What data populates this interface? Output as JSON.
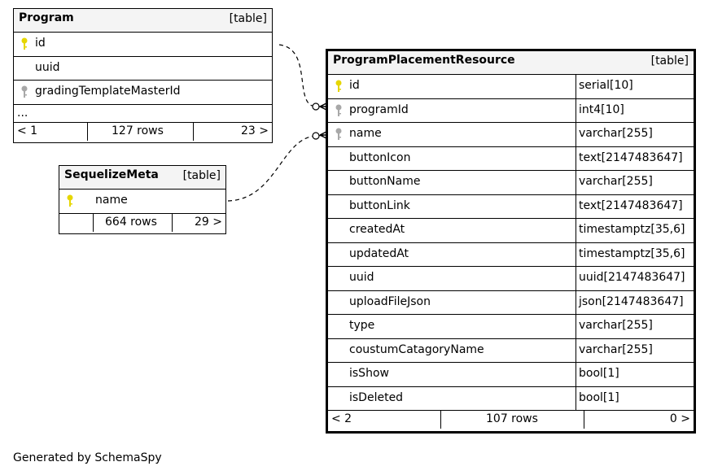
{
  "tables": [
    {
      "name": "Program",
      "kind": "[table]",
      "columns": [
        {
          "name": "id",
          "key": "primary"
        },
        {
          "name": "uuid",
          "key": ""
        },
        {
          "name": "gradingTemplateMasterId",
          "key": "foreign"
        },
        {
          "name": "...",
          "key": ""
        }
      ],
      "footer": {
        "prev": "< 1",
        "rows": "127 rows",
        "next": "23 >"
      }
    },
    {
      "name": "SequelizeMeta",
      "kind": "[table]",
      "columns": [
        {
          "name": "name",
          "key": "primary"
        }
      ],
      "footer": {
        "prev": "",
        "rows": "664 rows",
        "next": "29 >"
      }
    },
    {
      "name": "ProgramPlacementResource",
      "kind": "[table]",
      "columns": [
        {
          "name": "id",
          "type": "serial[10]",
          "key": "primary"
        },
        {
          "name": "programId",
          "type": "int4[10]",
          "key": "foreign"
        },
        {
          "name": "name",
          "type": "varchar[255]",
          "key": "foreign"
        },
        {
          "name": "buttonIcon",
          "type": "text[2147483647]",
          "key": ""
        },
        {
          "name": "buttonName",
          "type": "varchar[255]",
          "key": ""
        },
        {
          "name": "buttonLink",
          "type": "text[2147483647]",
          "key": ""
        },
        {
          "name": "createdAt",
          "type": "timestamptz[35,6]",
          "key": ""
        },
        {
          "name": "updatedAt",
          "type": "timestamptz[35,6]",
          "key": ""
        },
        {
          "name": "uuid",
          "type": "uuid[2147483647]",
          "key": ""
        },
        {
          "name": "uploadFileJson",
          "type": "json[2147483647]",
          "key": ""
        },
        {
          "name": "type",
          "type": "varchar[255]",
          "key": ""
        },
        {
          "name": "coustumCatagoryName",
          "type": "varchar[255]",
          "key": ""
        },
        {
          "name": "isShow",
          "type": "bool[1]",
          "key": ""
        },
        {
          "name": "isDeleted",
          "type": "bool[1]",
          "key": ""
        }
      ],
      "footer": {
        "prev": "< 2",
        "rows": "107 rows",
        "next": "0 >"
      }
    }
  ],
  "credit": "Generated by SchemaSpy",
  "colors": {
    "primary_key": "#e6d600",
    "foreign_key": "#a8a8a8",
    "header_bg": "#f4f4f4"
  }
}
